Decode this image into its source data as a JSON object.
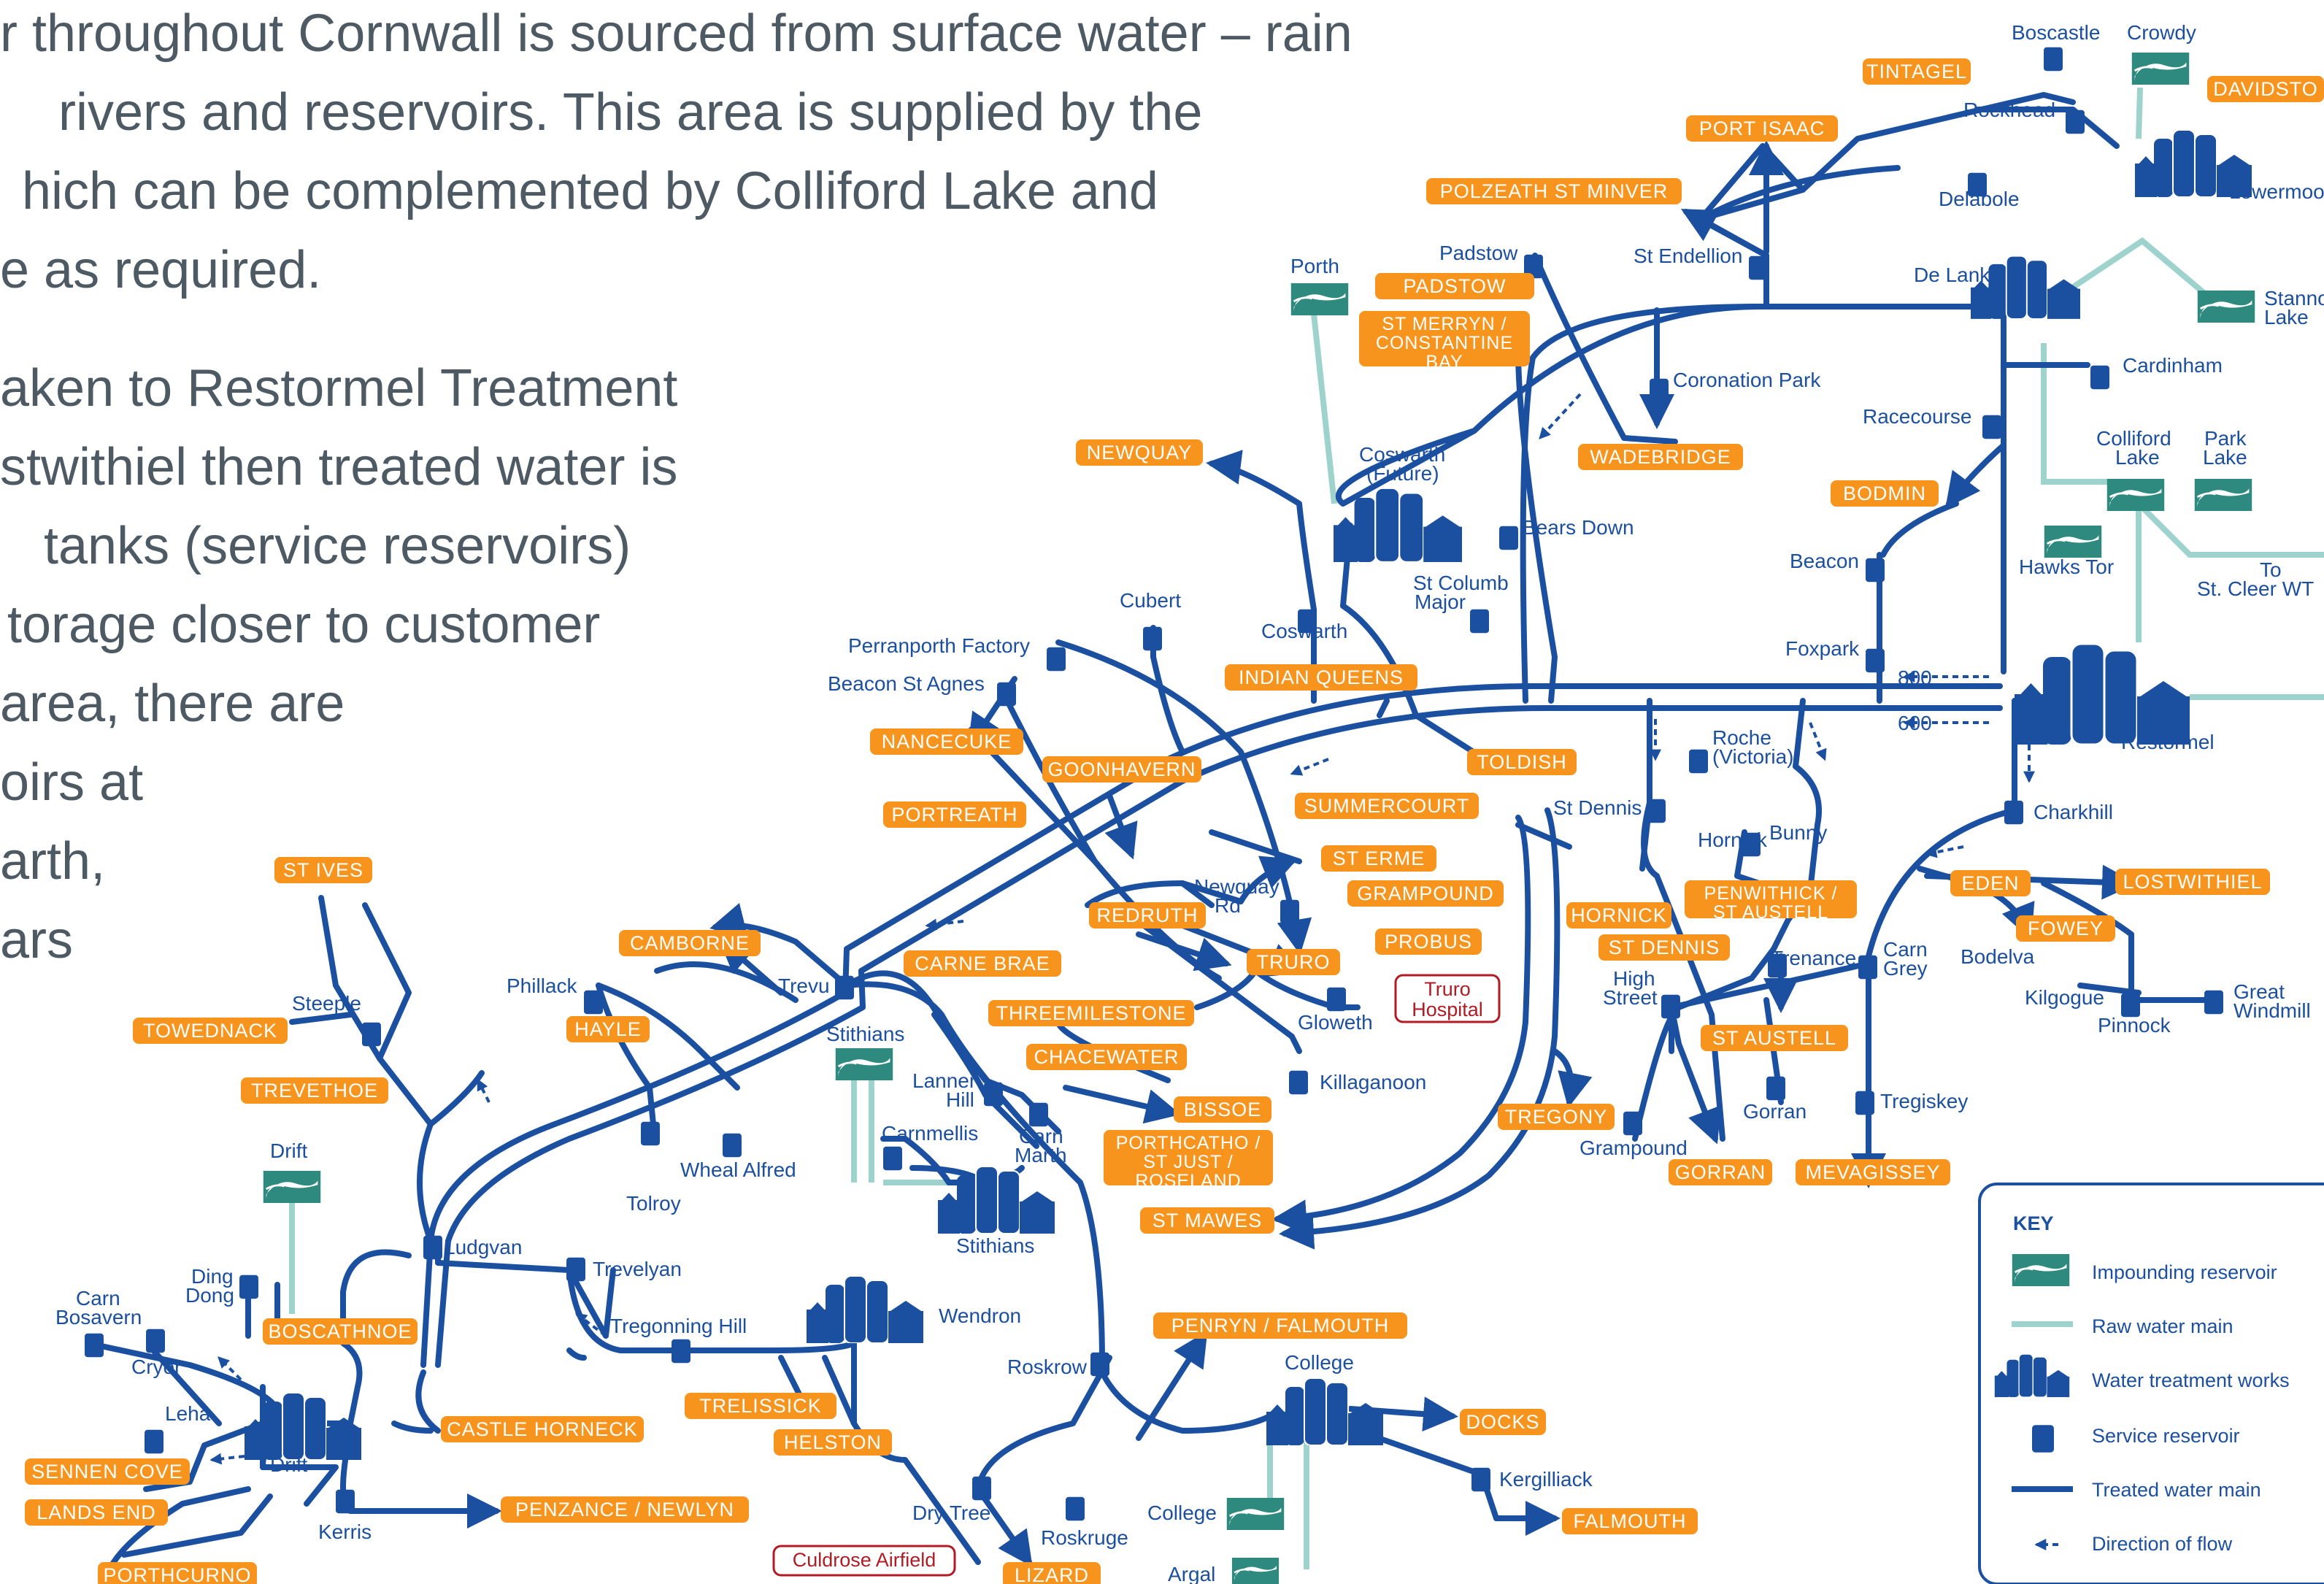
{
  "intro": {
    "line1": "r throughout Cornwall is sourced from surface water – rain",
    "line2": "rivers and reservoirs. This area is supplied by the",
    "line3": "hich can be complemented by Colliford Lake and",
    "line4": "e as required.",
    "line5": "aken to Restormel Treatment",
    "line6": "stwithiel then treated water is",
    "line7": "tanks (service reservoirs)",
    "line8": "torage closer to customer",
    "line9": "area, there are",
    "line10": "oirs at",
    "line11": "arth,",
    "line12": "ars"
  },
  "orange_labels": {
    "tintagel": "TINTAGEL",
    "davidstow": "DAVIDSTO",
    "port_isaac": "PORT ISAAC",
    "polzeath": "POLZEATH ST MINVER",
    "padstow": "PADSTOW",
    "st_merryn_1": "ST MERRYN /",
    "st_merryn_2": "CONSTANTINE",
    "st_merryn_3": "BAY",
    "newquay": "NEWQUAY",
    "wadebridge": "WADEBRIDGE",
    "bodmin": "BODMIN",
    "indian_queens": "INDIAN QUEENS",
    "nancecuke": "NANCECUKE",
    "goonhavern": "GOONHAVERN",
    "toldish": "TOLDISH",
    "summercourt": "SUMMERCOURT",
    "portreath": "PORTREATH",
    "st_erme": "ST ERME",
    "grampound": "GRAMPOUND",
    "st_ives": "ST IVES",
    "camborne": "CAMBORNE",
    "redruth": "REDRUTH",
    "probus": "PROBUS",
    "truro": "TRURO",
    "carne_brae": "CARNE BRAE",
    "hayle": "HAYLE",
    "towednack": "TOWEDNACK",
    "threemilestone": "THREEMILESTONE",
    "chacewater": "CHACEWATER",
    "trevethoe": "TREVETHOE",
    "bissoe": "BISSOE",
    "portcatho_1": "PORTHCATHO /",
    "portcatho_2": "ST JUST /",
    "portcatho_3": "ROSELAND",
    "st_mawes": "ST MAWES",
    "tregony": "TREGONY",
    "hornick": "HORNICK",
    "penwithick_1": "PENWITHICK /",
    "penwithick_2": "ST AUSTELL",
    "st_dennis": "ST DENNIS",
    "st_austell": "ST AUSTELL",
    "gorran": "GORRAN",
    "mevagissey": "MEVAGISSEY",
    "eden": "EDEN",
    "lostwithiel": "LOSTWITHIEL",
    "fowey": "FOWEY",
    "boscathnoe": "BOSCATHNOE",
    "castle_horneck": "CASTLE HORNECK",
    "trelissick": "TRELISSICK",
    "helston": "HELSTON",
    "penryn": "PENRYN / FALMOUTH",
    "docks": "DOCKS",
    "falmouth": "FALMOUTH",
    "sennen_cove": "SENNEN COVE",
    "lands_end": "LANDS END",
    "penzance": "PENZANCE / NEWLYN",
    "porthcurno": "PORTHCURNO",
    "lizard": "LIZARD"
  },
  "blue_labels": {
    "boscastle": "Boscastle",
    "crowdy": "Crowdy",
    "rockhead": "Rockhead",
    "delabole": "Delabole",
    "lowermoor": "Lowermoo",
    "stannon_1": "Stanno",
    "stannon_2": "Lake",
    "padstow": "Padstow",
    "st_endellion": "St Endellion",
    "de_lank": "De Lank",
    "porth": "Porth",
    "coronation_park": "Coronation Park",
    "cardinham": "Cardinham",
    "racecourse": "Racecourse",
    "colliford_1": "Colliford",
    "colliford_2": "Lake",
    "park_1": "Park",
    "park_2": "Lake",
    "coswarth_future_1": "Coswarth",
    "coswarth_future_2": "(Future)",
    "bears_down": "Bears Down",
    "beacon": "Beacon",
    "hawks_tor": "Hawks Tor",
    "to_1": "To",
    "to_2": "St. Cleer WT",
    "st_columb_1": "St Columb",
    "st_columb_2": "Major",
    "cubert": "Cubert",
    "coswarth": "Coswarth",
    "foxpark": "Foxpark",
    "perranporth": "Perranporth Factory",
    "beacon_st_agnes": "Beacon St Agnes",
    "m800": "800",
    "m600": "600",
    "roche_1": "Roche",
    "roche_2": "(Victoria)",
    "restormel": "Restormel",
    "st_dennis": "St Dennis",
    "charkhill": "Charkhill",
    "hornick": "Hornick",
    "bunny": "Bunny",
    "newquay_rd_1": "Newquay",
    "newquay_rd_2": "Rd",
    "phillack": "Phillack",
    "steeple": "Steeple",
    "trevu": "Trevu",
    "stithians_top": "Stithians",
    "trenance": "Trenance",
    "carn_grey_1": "Carn",
    "carn_grey_2": "Grey",
    "bodelva": "Bodelva",
    "high_street_1": "High",
    "high_street_2": "Street",
    "kilgogue": "Kilgogue",
    "great_windmill_1": "Great",
    "great_windmill_2": "Windmill",
    "pinnock": "Pinnock",
    "gloweth": "Gloweth",
    "killaganoon": "Killaganoon",
    "lanner_hill_1": "Lanner",
    "lanner_hill_2": "Hill",
    "carn_marth_1": "Carn",
    "carn_marth_2": "Marth",
    "carnmellis": "Carnmellis",
    "drift_top": "Drift",
    "wheal_alfred": "Wheal Alfred",
    "tolroy": "Tolroy",
    "tregiskey": "Tregiskey",
    "gorran": "Gorran",
    "grampound": "Grampound",
    "stithians_works": "Stithians",
    "ludgvan": "Ludgvan",
    "trevelyan": "Trevelyan",
    "ding_dong_1": "Ding",
    "ding_dong_2": "Dong",
    "carn_bosavern_1": "Carn",
    "carn_bosavern_2": "Bosavern",
    "cryor": "Cryor",
    "tregonning_hill": "Tregonning Hill",
    "wendron": "Wendron",
    "roskrow": "Roskrow",
    "college_works": "College",
    "leha": "Leha",
    "drift_works": "Drift",
    "kerris": "Kerris",
    "kergilliack": "Kergilliack",
    "college_reservoir": "College",
    "dry_tree": "Dry Tree",
    "roskruge": "Roskruge",
    "argal": "Argal"
  },
  "red_labels": {
    "truro_hospital_1": "Truro",
    "truro_hospital_2": "Hospital",
    "culdrose": "Culdrose Airfield"
  },
  "key": {
    "title": "KEY",
    "impounding": "Impounding reservoir",
    "raw_main": "Raw water main",
    "works": "Water treatment works",
    "service": "Service reservoir",
    "treated_main": "Treated water main",
    "flow": "Direction of flow"
  },
  "colors": {
    "network_blue": "#1b4fa0",
    "raw_water": "#9dd3cc",
    "label_orange": "#f7941d",
    "body_text": "#4d5a63",
    "hospital_red": "#b11c24",
    "impounding_fill": "#2e8a7f"
  },
  "icons": {
    "service_reservoir": "service-reservoir-icon",
    "treatment_works": "treatment-works-icon",
    "impounding_reservoir": "impounding-reservoir-icon",
    "flow_arrow": "flow-arrow-icon"
  }
}
